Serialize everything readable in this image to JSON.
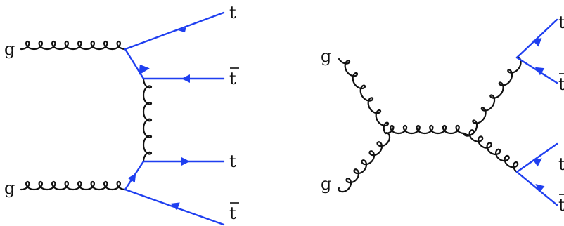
{
  "diagrams": [
    {
      "labels": {
        "g_top": "g",
        "g_bottom": "g",
        "out1": "t",
        "out2": "t",
        "out3": "t",
        "out4": "t"
      }
    },
    {
      "labels": {
        "g_top": "g",
        "g_bottom": "g",
        "out1": "t",
        "out2": "t",
        "out3": "t",
        "out4": "t"
      }
    }
  ],
  "colors": {
    "quark_line": "#1f3ff0",
    "gluon_line": "#111111"
  }
}
